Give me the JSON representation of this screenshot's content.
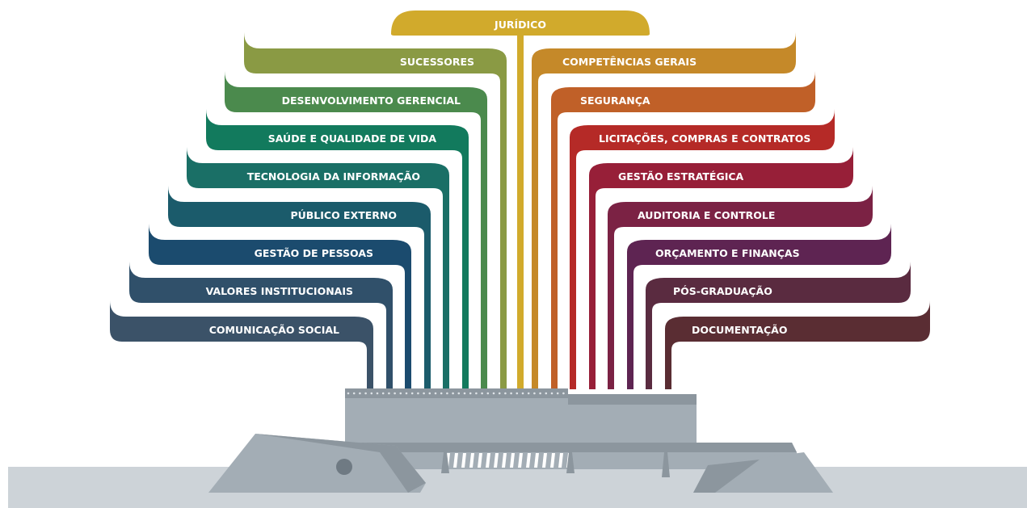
{
  "top": {
    "label": "JURÍDICO",
    "color": "#d1aa2c"
  },
  "left_branches": [
    {
      "label": "SUCESSORES",
      "color": "#8a9a44"
    },
    {
      "label": "DESENVOLVIMENTO GERENCIAL",
      "color": "#4b8a4d"
    },
    {
      "label": "SAÚDE E QUALIDADE DE VIDA",
      "color": "#127a5d"
    },
    {
      "label": "TECNOLOGIA DA INFORMAÇÃO",
      "color": "#1a6f66"
    },
    {
      "label": "PÚBLICO EXTERNO",
      "color": "#1b5b6b"
    },
    {
      "label": "GESTÃO DE PESSOAS",
      "color": "#1b4b6e"
    },
    {
      "label": "VALORES INSTITUCIONAIS",
      "color": "#30506a"
    },
    {
      "label": "COMUNICAÇÃO SOCIAL",
      "color": "#3b5268"
    }
  ],
  "right_branches": [
    {
      "label": "COMPETÊNCIAS GERAIS",
      "color": "#c58929"
    },
    {
      "label": "SEGURANÇA",
      "color": "#c06028"
    },
    {
      "label": "LICITAÇÕES, COMPRAS E CONTRATOS",
      "color": "#b52a27"
    },
    {
      "label": "GESTÃO ESTRATÉGICA",
      "color": "#971f38"
    },
    {
      "label": "AUDITORIA E CONTROLE",
      "color": "#7b2244"
    },
    {
      "label": "ORÇAMENTO E FINANÇAS",
      "color": "#5e2452"
    },
    {
      "label": "PÓS-GRADUAÇÃO",
      "color": "#5a2b40"
    },
    {
      "label": "DOCUMENTAÇÃO",
      "color": "#5a2d33"
    }
  ],
  "building": {
    "color": "#a3adb5",
    "dark": "#8c969e",
    "ground": "#cdd3d8"
  }
}
